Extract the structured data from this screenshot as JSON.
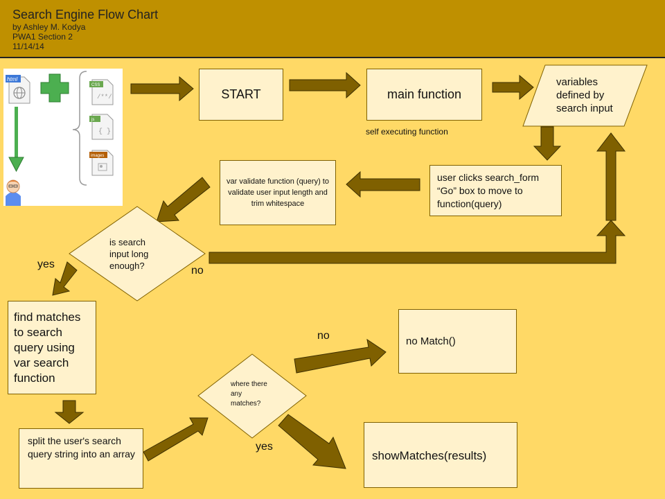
{
  "header": {
    "title": "Search Engine Flow Chart",
    "author": "by Ashley M. Kodya",
    "section": "PWA1 Section 2",
    "date": "11/14/14"
  },
  "icons": {
    "html_tag": "html",
    "css_tag": "CSS",
    "css_glyph": "/**/",
    "js_tag": "js",
    "js_glyph": "{ }",
    "images_tag": "images",
    "names": [
      "html-file-icon",
      "plus-icon",
      "down-arrow-icon",
      "user-avatar-icon",
      "css-file-icon",
      "js-file-icon",
      "images-file-icon"
    ]
  },
  "nodes": {
    "start": "START",
    "main_function": "main function",
    "main_note": "self executing function",
    "variables": "variables defined by search input",
    "user_clicks": "user clicks search_form “Go” box to move to function(query)",
    "validate": "var validate function (query) to validate user input length and trim whitespace",
    "decision_length": "is search input long enough?",
    "find_matches": "find matches to search query using var search function",
    "split": "split the user's search query string into an array",
    "decision_matches": "where there any matches?",
    "no_match": "no Match()",
    "show_matches": "showMatches(results)"
  },
  "labels": {
    "yes_length": "yes",
    "no_length": "no",
    "no_matches": "no",
    "yes_matches": "yes"
  },
  "colors": {
    "background": "#ffd966",
    "header": "#bf9000",
    "box_fill": "#fff2cc",
    "arrow_fill": "#7f6000",
    "icon_green": "#4caf50"
  }
}
